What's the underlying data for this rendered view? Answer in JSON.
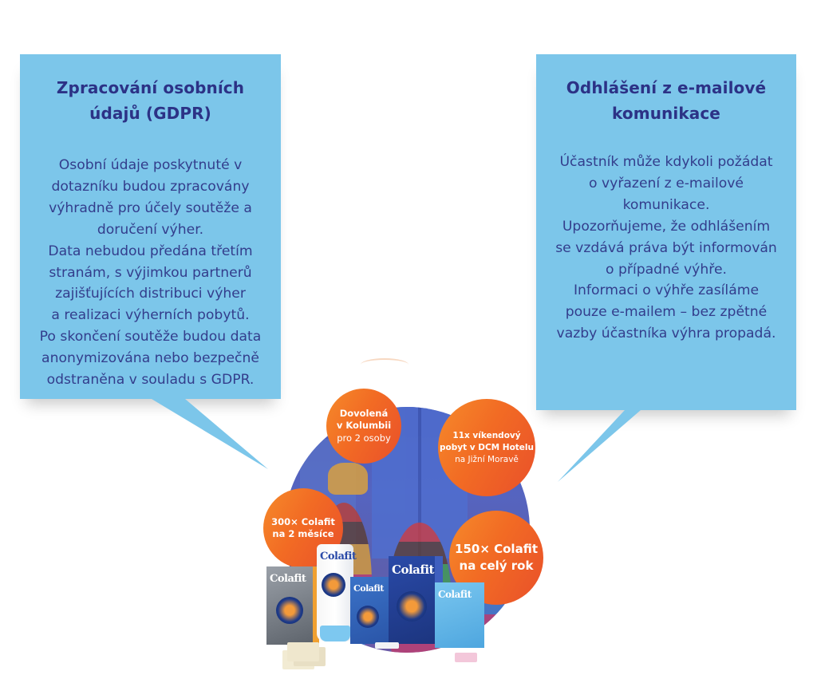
{
  "gdpr": {
    "title_lines": [
      "Zpracování osobních",
      "údajů (GDPR)"
    ],
    "body_lines": [
      "Osobní údaje poskytnuté v",
      "dotazníku budou zpracovány",
      "výhradně pro účely soutěže a",
      "doručení výher.",
      "Data nebudou předána třetím",
      "stranám, s výjimkou partnerů",
      "zajišťujících distribuci výher",
      "a realizaci výherních pobytů.",
      "Po skončení soutěže budou data",
      "anonymizována nebo bezpečně",
      "odstraněna v souladu s GDPR."
    ]
  },
  "unsubscribe": {
    "title_lines": [
      "Odhlášení z e-mailové",
      "komunikace"
    ],
    "body_lines": [
      "Účastník může kdykoli požádat",
      "o vyřazení z e-mailové",
      "komunikace.",
      "Upozorňujeme, že odhlášením",
      "se vzdává práva být informován",
      "o případné výhře.",
      "Informaci o výhře zasíláme",
      "pouze e-mailem – bez zpětné",
      "vazby účastníka výhra propadá."
    ]
  },
  "prizes": [
    {
      "bold_lines": [
        "Dovolená",
        "v Kolumbii"
      ],
      "light_line": "pro 2 osoby"
    },
    {
      "bold_lines": [
        "11x víkendový",
        "pobyt v DCM Hotelu"
      ],
      "light_line": "na Jižní Moravě"
    },
    {
      "bold_lines": [
        "300× Colafit",
        "na 2 měsíce"
      ]
    },
    {
      "bold_lines": [
        "150× Colafit",
        "na celý rok"
      ]
    }
  ],
  "products": {
    "brand": "Colafit"
  },
  "colors": {
    "bubble": "#7cc6ea",
    "heading": "#2c3286",
    "text": "#333d8c",
    "prize_orange": "#f26b24"
  }
}
